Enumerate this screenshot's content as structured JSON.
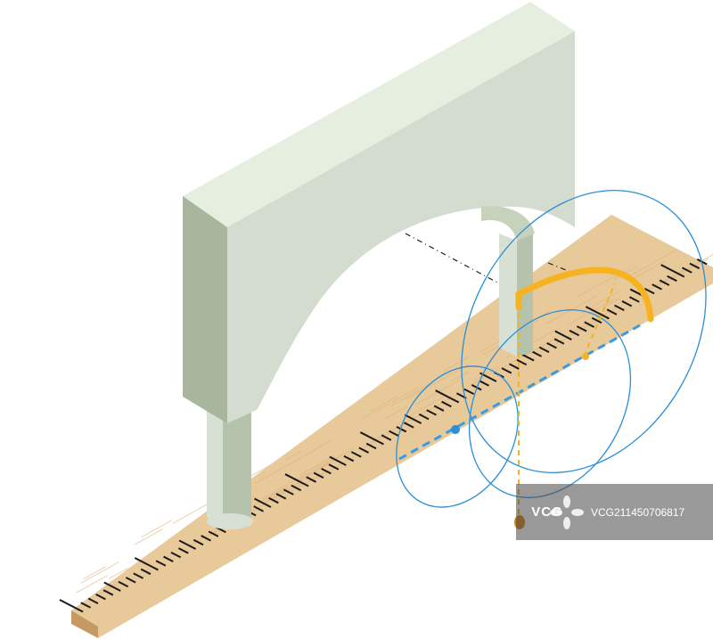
{
  "illustration": {
    "subject": "arch-bridge-on-ruler",
    "colors": {
      "arch_front": "#d3dccf",
      "arch_top": "#e6eee0",
      "arch_side": "#a7b69c",
      "arch_inner": "#c7d2bd",
      "leg_front": "#b6c3ac",
      "leg_side": "#d8e0d3",
      "ruler_top": "#e8c99a",
      "ruler_grain": "#d9b47f",
      "ruler_edge": "#c49a62",
      "tick": "#1a1a1a",
      "circle_stroke": "#2a8fd6",
      "construction_dashed": "#3a9be0",
      "arc_highlight": "#f5b321",
      "dot_blue": "#2a8fd6",
      "dot_orange": "#c9821c"
    }
  },
  "watermark": {
    "logo_text": "VCG",
    "id_text": "VCG211450706817"
  }
}
